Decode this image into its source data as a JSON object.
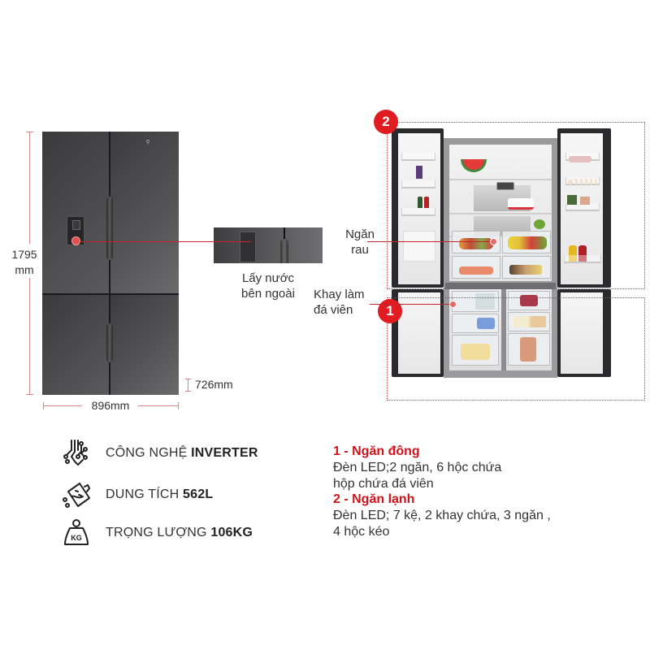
{
  "closed_fridge": {
    "height_label_line1": "1795",
    "height_label_line2": "mm",
    "width_label": "896mm",
    "freezer_height_label": "726mm",
    "door_color": "#4a4a4c"
  },
  "water_dispenser": {
    "caption_line1": "Lấy nước",
    "caption_line2": "bên ngoài"
  },
  "open_fridge": {
    "zones": [
      {
        "number": "2",
        "name": "Ngăn lạnh"
      },
      {
        "number": "1",
        "name": "Ngăn đông"
      }
    ],
    "callouts": {
      "crisper_line1": "Ngăn",
      "crisper_line2": "rau",
      "ice_tray_line1": "Khay làm",
      "ice_tray_line2": "đá viên"
    },
    "accent_color": "#e11b22"
  },
  "features": [
    {
      "icon": "inverter-circuit-icon",
      "label": "CÔNG NGHỆ ",
      "value": "INVERTER"
    },
    {
      "icon": "capacity-jug-icon",
      "label": "DUNG TÍCH ",
      "value": "562L"
    },
    {
      "icon": "weight-kg-icon",
      "label": "TRỌNG LƯỢNG ",
      "value": "106KG"
    }
  ],
  "specs": [
    {
      "title": "1 - Ngăn đông",
      "lines": [
        "Đèn LED;2 ngăn, 6 hộc chứa",
        "hộp chứa đá viên"
      ]
    },
    {
      "title": "2 - Ngăn lạnh",
      "lines": [
        "Đèn LED; 7 kệ, 2 khay chứa, 3 ngăn ,",
        "4 hộc kéo"
      ]
    }
  ]
}
